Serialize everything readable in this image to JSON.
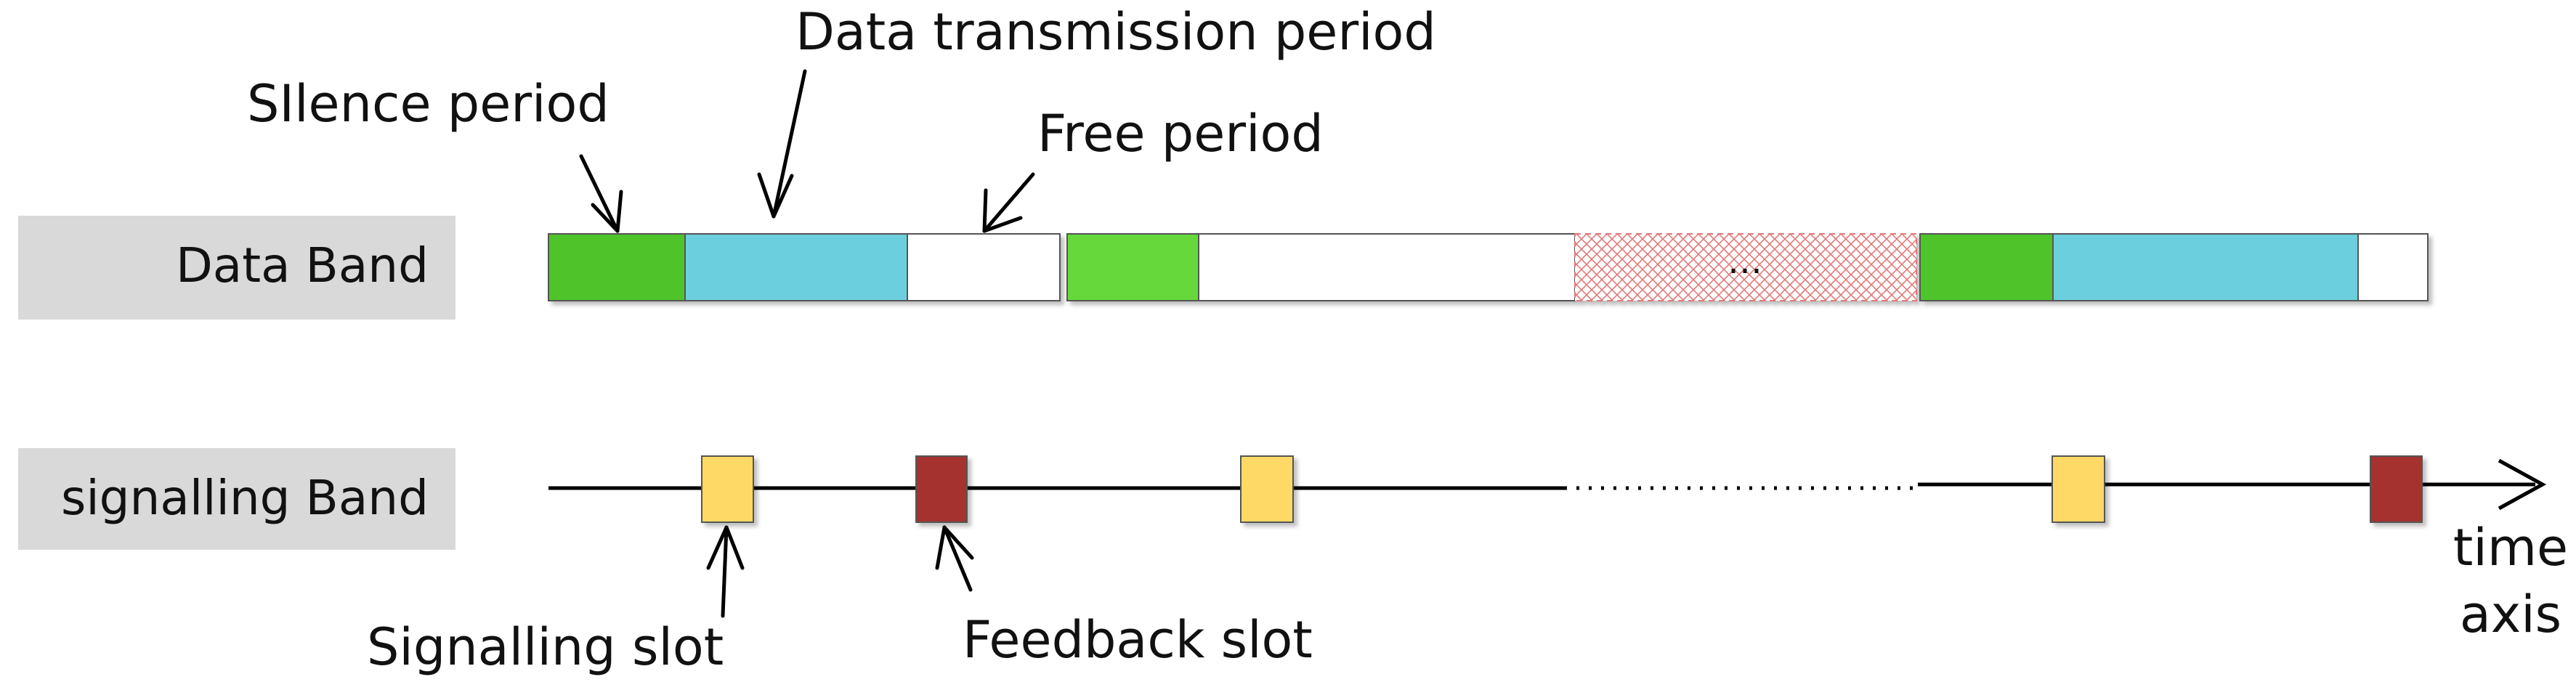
{
  "bands": {
    "data_band": {
      "label": "Data Band"
    },
    "signalling_band": {
      "label": "signalling Band"
    }
  },
  "annotations": {
    "silence_period": "SIlence period",
    "data_transmission_period": "Data transmission period",
    "free_period": "Free period",
    "signalling_slot": "Signalling slot",
    "feedback_slot": "Feedback slot",
    "time_axis_line1": "time",
    "time_axis_line2": "axis"
  },
  "ellipsis": {
    "data_band": "…"
  },
  "colors": {
    "band_label_bg": "#d9d9d9",
    "silence": "#50c32a",
    "silence_light": "#66d83a",
    "transmission": "#6ccfde",
    "free": "#ffffff",
    "skipped_hatch": "#e07a7a",
    "signalling_slot": "#ffd966",
    "feedback_slot": "#a5312e",
    "line": "#000000"
  },
  "data_band_segments": [
    {
      "kind": "silence"
    },
    {
      "kind": "transmission"
    },
    {
      "kind": "free"
    },
    {
      "kind": "silence"
    },
    {
      "kind": "free"
    },
    {
      "kind": "skipped"
    },
    {
      "kind": "silence"
    },
    {
      "kind": "transmission"
    },
    {
      "kind": "free"
    }
  ],
  "signalling_band_slots": [
    {
      "kind": "signalling"
    },
    {
      "kind": "feedback"
    },
    {
      "kind": "signalling"
    },
    {
      "kind": "signalling"
    },
    {
      "kind": "feedback"
    }
  ]
}
